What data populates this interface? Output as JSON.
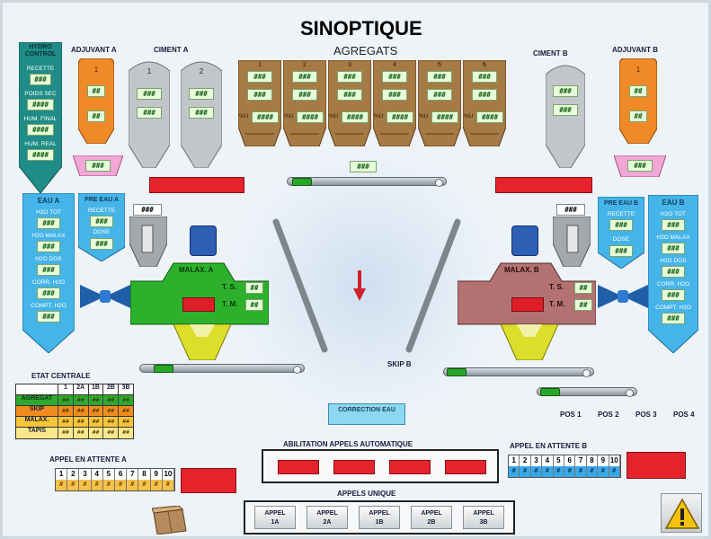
{
  "title": "SINOPTIQUE",
  "subtitle": "AGREGATS",
  "hydro": {
    "label": "HYDRO CONTROL",
    "items": [
      {
        "name": "RECETTE",
        "value": "###"
      },
      {
        "name": "POIDS SEC",
        "value": "####"
      },
      {
        "name": "HUM. FINAL",
        "value": "####"
      },
      {
        "name": "HUM. REAL",
        "value": "####"
      }
    ]
  },
  "adjuvant_a": {
    "label": "ADJUVANT A",
    "num": "1",
    "v1": "##",
    "v2": "##",
    "bottom": "###"
  },
  "ciment_a": {
    "label": "CIMENT A",
    "silos": [
      {
        "num": "1",
        "v1": "###",
        "v2": "###"
      },
      {
        "num": "2",
        "v1": "###",
        "v2": "###"
      }
    ]
  },
  "agregats": {
    "bins": [
      {
        "num": "1",
        "v1": "###",
        "v2": "###",
        "pct_label": "%U",
        "pct": "####"
      },
      {
        "num": "2",
        "v1": "###",
        "v2": "###",
        "pct_label": "%U",
        "pct": "####"
      },
      {
        "num": "3",
        "v1": "###",
        "v2": "###",
        "pct_label": "%U",
        "pct": "####"
      },
      {
        "num": "4",
        "v1": "###",
        "v2": "###",
        "pct_label": "%U",
        "pct": "####"
      },
      {
        "num": "5",
        "v1": "###",
        "v2": "###",
        "pct_label": "%U",
        "pct": "####"
      },
      {
        "num": "6",
        "v1": "###",
        "v2": "###",
        "pct_label": "%U",
        "pct": "####"
      }
    ],
    "belt_value": "###"
  },
  "ciment_b": {
    "label": "CIMENT B",
    "v1": "###",
    "v2": "###"
  },
  "adjuvant_b": {
    "label": "ADJUVANT B",
    "num": "1",
    "v1": "##",
    "v2": "##",
    "bottom": "###"
  },
  "eau_a": {
    "label": "EAU A",
    "items": [
      {
        "name": "H2O TOT",
        "value": "###"
      },
      {
        "name": "H2O MALAX",
        "value": "###"
      },
      {
        "name": "H2O DOS",
        "value": "###"
      },
      {
        "name": "CORR. H2O",
        "value": "###"
      },
      {
        "name": "COMPT. H2O",
        "value": "###"
      }
    ]
  },
  "pre_eau_a": {
    "label": "PRE EAU A",
    "items": [
      {
        "name": "RECETTE",
        "value": "###"
      },
      {
        "name": "DOSE",
        "value": "###"
      }
    ]
  },
  "pre_eau_b": {
    "label": "PRE EAU B",
    "items": [
      {
        "name": "RECETTE",
        "value": "###"
      },
      {
        "name": "DOSE",
        "value": "###"
      }
    ]
  },
  "eau_b": {
    "label": "EAU B",
    "items": [
      {
        "name": "H2O TOT",
        "value": "###"
      },
      {
        "name": "H2O MALAX",
        "value": "###"
      },
      {
        "name": "H2O DOS",
        "value": "###"
      },
      {
        "name": "CORR. H2O",
        "value": "###"
      },
      {
        "name": "COMPT. H2O",
        "value": "###"
      }
    ]
  },
  "malax_a": {
    "label": "MALAX. A",
    "hopper": "###",
    "ts_label": "T. S.",
    "tm_label": "T. M.",
    "ts": "##",
    "tm": "##"
  },
  "malax_b": {
    "label": "MALAX. B",
    "hopper": "###",
    "ts_label": "T. S.",
    "tm_label": "T. M.",
    "ts": "##",
    "tm": "##"
  },
  "skip_label": "SKIP B",
  "etat": {
    "label": "ETAT CENTRALE",
    "cols": [
      "1",
      "2A",
      "1B",
      "2B",
      "3B"
    ],
    "rows": [
      {
        "name": "AGREGAT",
        "color": "#2ea82e"
      },
      {
        "name": "SKIP",
        "color": "#f08c1e"
      },
      {
        "name": "MALAX.",
        "color": "#f6c63a"
      },
      {
        "name": "TAPIS",
        "color": "#f8e88a"
      }
    ],
    "cell": "##"
  },
  "correction": {
    "label": "CORRECTION EAU"
  },
  "positions": [
    "POS 1",
    "POS 2",
    "POS 3",
    "POS 4"
  ],
  "appel_a": {
    "label": "APPEL EN ATTENTE A",
    "nums": [
      "1",
      "2",
      "3",
      "4",
      "5",
      "6",
      "7",
      "8",
      "9",
      "10"
    ],
    "cell": "#"
  },
  "appel_b": {
    "label": "APPEL EN ATTENTE B",
    "nums": [
      "1",
      "2",
      "3",
      "4",
      "5",
      "6",
      "7",
      "8",
      "9",
      "10"
    ],
    "cell": "#"
  },
  "habilitation": {
    "label": "ABILITATION APPELS AUTOMATIQUE"
  },
  "appels_unique": {
    "label": "APPELS UNIQUE",
    "buttons": [
      {
        "l1": "APPEL",
        "l2": "1A"
      },
      {
        "l1": "APPEL",
        "l2": "2A"
      },
      {
        "l1": "APPEL",
        "l2": "1B"
      },
      {
        "l1": "APPEL",
        "l2": "2B"
      },
      {
        "l1": "APPEL",
        "l2": "3B"
      }
    ]
  },
  "colors": {
    "teal": "#1f8c87",
    "water": "#45b4e8",
    "orange": "#f08a28",
    "silo": "#c2c6ca",
    "aggregate": "#a57a44",
    "mixer_a": "#2db12d",
    "mixer_b": "#b27272",
    "red": "#e5232d",
    "warning": "#f3c20e"
  }
}
